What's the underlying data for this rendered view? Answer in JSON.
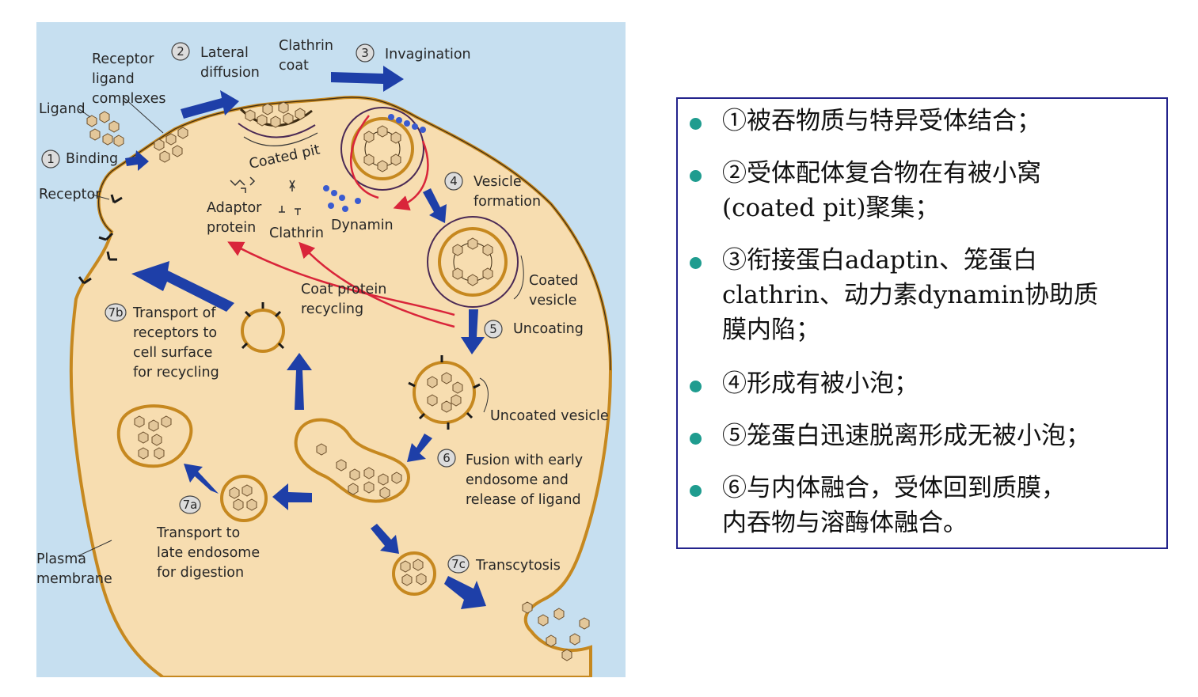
{
  "diagram": {
    "colors": {
      "background": "#c6dff0",
      "cytoplasm": "#f7ddb0",
      "membrane": "#c6881f",
      "arrow_blue": "#1e3fa8",
      "arrow_red": "#d9253a",
      "ligand": "#e3c79a"
    },
    "labels": {
      "receptor_ligand": [
        "Receptor",
        "ligand",
        "complexes"
      ],
      "ligand": "Ligand",
      "binding": "Binding",
      "receptor": "Receptor",
      "lateral_diffusion": [
        "Lateral",
        "diffusion"
      ],
      "clathrin_coat": [
        "Clathrin",
        "coat"
      ],
      "invagination": "Invagination",
      "coated_pit": "Coated pit",
      "adaptor_protein": [
        "Adaptor",
        "protein"
      ],
      "clathrin": "Clathrin",
      "dynamin": "Dynamin",
      "vesicle_formation": [
        "Vesicle",
        "formation"
      ],
      "coated_vesicle": [
        "Coated",
        "vesicle"
      ],
      "coat_protein_recycling": [
        "Coat protein",
        "recycling"
      ],
      "uncoating": "Uncoating",
      "uncoated_vesicle": "Uncoated vesicle",
      "transport_receptors": [
        "Transport of",
        "receptors to",
        "cell surface",
        "for recycling"
      ],
      "fusion": [
        "Fusion with early",
        "endosome and",
        "release of ligand"
      ],
      "transport_late": [
        "Transport to",
        "late endosome",
        "for digestion"
      ],
      "transcytosis": "Transcytosis",
      "plasma_membrane": [
        "Plasma",
        "membrane"
      ]
    },
    "steps": {
      "s1": "1",
      "s2": "2",
      "s3": "3",
      "s4": "4",
      "s5": "5",
      "s6": "6",
      "s7a": "7a",
      "s7b": "7b",
      "s7c": "7c"
    }
  },
  "panel": {
    "bullet_color": "#1f9c8f",
    "border_color": "#23238c",
    "items": [
      [
        "①被吞物质与特异受体结合；"
      ],
      [
        "②受体配体复合物在有被小窝",
        "(coated pit)聚集；"
      ],
      [
        "③衔接蛋白adaptin、笼蛋白",
        "clathrin、动力素dynamin协助质",
        "膜内陷；"
      ],
      [
        "④形成有被小泡；"
      ],
      [
        "⑤笼蛋白迅速脱离形成无被小泡；"
      ],
      [
        "⑥与内体融合，受体回到质膜，",
        "内吞物与溶酶体融合。"
      ]
    ]
  }
}
